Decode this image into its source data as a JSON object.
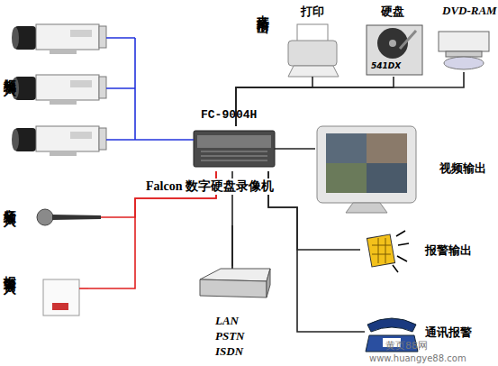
{
  "diagram": {
    "nodes": [
      {
        "text": [
          "FC-9004H",
          "Falcon 数字硬盘录像机"
        ]
      },
      {
        "text": [
          "视频输入"
        ]
      },
      {
        "text": [
          "音频输入"
        ]
      },
      {
        "text": [
          "报警输入"
        ]
      },
      {
        "text": [
          "打印"
        ]
      },
      {
        "text": [
          "硬盘"
        ]
      },
      {
        "text": [
          "DVD-RAM"
        ]
      },
      {
        "text": [
          "视频输出"
        ]
      },
      {
        "text": [
          "报警输出"
        ]
      },
      {
        "text": [
          "通讯报警"
        ]
      },
      {
        "text": [
          "LAN PSTN ISDN"
        ]
      }
    ],
    "edges": [
      {
        "from": 1,
        "to": 0,
        "arrow": "none"
      },
      {
        "from": 2,
        "to": 0,
        "arrow": "none"
      },
      {
        "from": 3,
        "to": 0,
        "arrow": "none"
      },
      {
        "from": 0,
        "to": 4,
        "arrow": "none"
      },
      {
        "from": 0,
        "to": 5,
        "arrow": "none"
      },
      {
        "from": 0,
        "to": 6,
        "arrow": "none"
      },
      {
        "from": 0,
        "to": 7,
        "arrow": "none"
      },
      {
        "from": 0,
        "to": 8,
        "arrow": "none"
      },
      {
        "from": 0,
        "to": 9,
        "arrow": "none"
      },
      {
        "from": 0,
        "to": 10,
        "arrow": "none"
      }
    ],
    "labels": [
      "支持输出",
      "541DX",
      "黄页88网",
      "www.huangye88.com"
    ]
  }
}
